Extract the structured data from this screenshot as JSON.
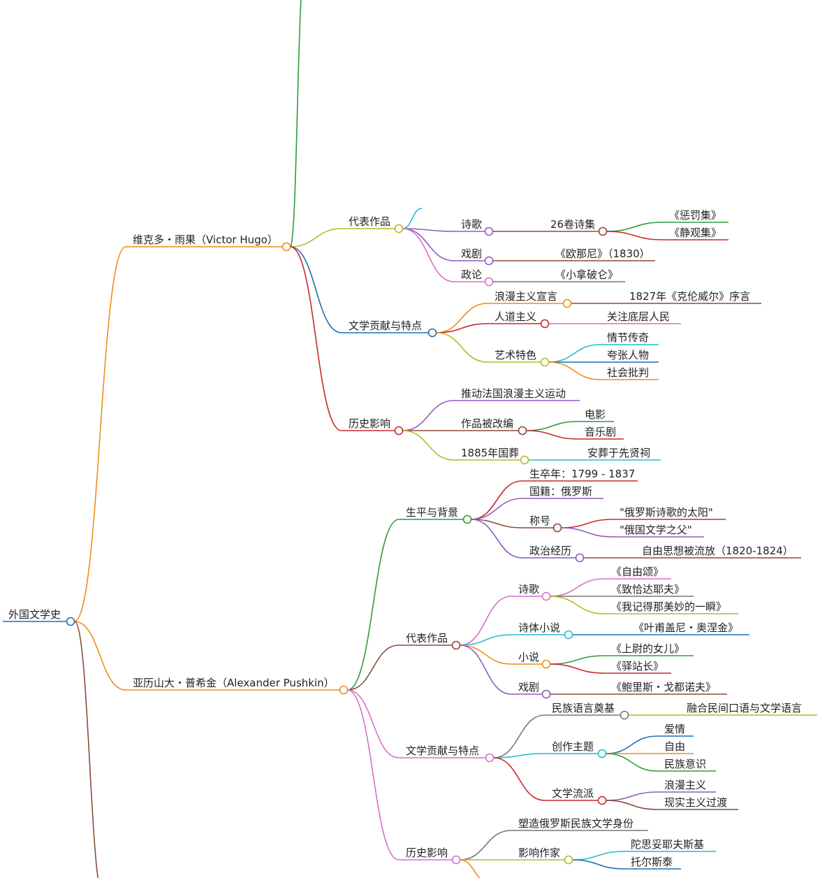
{
  "root": {
    "label": "外国文学史",
    "color": "#1f6fb5",
    "children": [
      {
        "label": "维克多・雨果（Victor Hugo）",
        "color": "#f08c1a",
        "children": [
          {
            "label": "",
            "color": "#2e9b3a",
            "clipped": true
          },
          {
            "label": "代表作品",
            "color": "#b8b824",
            "children": [
              {
                "label": "",
                "color": "#22bcd0",
                "clipped": true
              },
              {
                "label": "诗歌",
                "color": "#8e5cc0",
                "children": [
                  {
                    "label": "26卷诗集",
                    "color": "#8b4a3c",
                    "children": [
                      {
                        "label": "《惩罚集》",
                        "color": "#2e9b3a"
                      },
                      {
                        "label": "《静观集》",
                        "color": "#c8282c"
                      }
                    ]
                  }
                ]
              },
              {
                "label": "戏剧",
                "color": "#8e5cc0",
                "children": [
                  {
                    "label": "《欧那尼》（1830）",
                    "color": "#8b4a3c"
                  }
                ]
              },
              {
                "label": "政论",
                "color": "#d86fc8",
                "children": [
                  {
                    "label": "《小拿破仑》",
                    "color": "#777777"
                  }
                ]
              }
            ]
          },
          {
            "label": "文学贡献与特点",
            "color": "#1f6fb5",
            "children": [
              {
                "label": "浪漫主义宣言",
                "color": "#f08c1a",
                "children": [
                  {
                    "label": "1827年《克伦威尔》序言",
                    "color": "#8b4a3c"
                  }
                ]
              },
              {
                "label": "人道主义",
                "color": "#c8282c",
                "children": [
                  {
                    "label": "关注底层人民",
                    "color": "#d86fc8"
                  }
                ]
              },
              {
                "label": "艺术特色",
                "color": "#b8b824",
                "children": [
                  {
                    "label": "情节传奇",
                    "color": "#22bcd0"
                  },
                  {
                    "label": "夸张人物",
                    "color": "#1f6fb5"
                  },
                  {
                    "label": "社会批判",
                    "color": "#f08c1a"
                  }
                ]
              }
            ]
          },
          {
            "label": "历史影响",
            "color": "#c8282c",
            "children": [
              {
                "label": "推动法国浪漫主义运动",
                "color": "#8e5cc0"
              },
              {
                "label": "作品被改编",
                "color": "#8b4a3c",
                "children": [
                  {
                    "label": "电影",
                    "color": "#2e9b3a"
                  },
                  {
                    "label": "音乐剧",
                    "color": "#c8282c"
                  }
                ]
              },
              {
                "label": "1885年国葬",
                "color": "#b8b824",
                "children": [
                  {
                    "label": "安葬于先贤祠",
                    "color": "#22bcd0"
                  }
                ]
              }
            ]
          }
        ]
      },
      {
        "label": "亚历山大・普希金（Alexander Pushkin）",
        "color": "#f08c1a",
        "children": [
          {
            "label": "生平与背景",
            "color": "#2e9b3a",
            "children": [
              {
                "label": "生卒年：1799 - 1837",
                "color": "#c8282c"
              },
              {
                "label": "国籍：俄罗斯",
                "color": "#8e5cc0"
              },
              {
                "label": "称号",
                "color": "#8b4a3c",
                "children": [
                  {
                    "label": "\"俄罗斯诗歌的太阳\"",
                    "color": "#c8282c"
                  },
                  {
                    "label": "\"俄国文学之父\"",
                    "color": "#8e5cc0"
                  }
                ]
              },
              {
                "label": "政治经历",
                "color": "#8e5cc0",
                "children": [
                  {
                    "label": "自由思想被流放（1820-1824）",
                    "color": "#8b4a3c"
                  }
                ]
              }
            ]
          },
          {
            "label": "代表作品",
            "color": "#8b4a3c",
            "children": [
              {
                "label": "诗歌",
                "color": "#d86fc8",
                "children": [
                  {
                    "label": "《自由颂》",
                    "color": "#d86fc8"
                  },
                  {
                    "label": "《致恰达耶夫》",
                    "color": "#777777"
                  },
                  {
                    "label": "《我记得那美妙的一瞬》",
                    "color": "#b8b824"
                  }
                ]
              },
              {
                "label": "诗体小说",
                "color": "#22bcd0",
                "children": [
                  {
                    "label": "《叶甫盖尼・奥涅金》",
                    "color": "#1f6fb5"
                  }
                ]
              },
              {
                "label": "小说",
                "color": "#f08c1a",
                "children": [
                  {
                    "label": "《上尉的女儿》",
                    "color": "#2e9b3a"
                  },
                  {
                    "label": "《驿站长》",
                    "color": "#c8282c"
                  }
                ]
              },
              {
                "label": "戏剧",
                "color": "#8e5cc0",
                "children": [
                  {
                    "label": "《鲍里斯・戈都诺夫》",
                    "color": "#8b4a3c"
                  }
                ]
              }
            ]
          },
          {
            "label": "文学贡献与特点",
            "color": "#d86fc8",
            "children": [
              {
                "label": "民族语言奠基",
                "color": "#777777",
                "children": [
                  {
                    "label": "融合民间口语与文学语言",
                    "color": "#b8b824"
                  }
                ]
              },
              {
                "label": "创作主题",
                "color": "#22bcd0",
                "children": [
                  {
                    "label": "爱情",
                    "color": "#1f6fb5"
                  },
                  {
                    "label": "自由",
                    "color": "#f08c1a"
                  },
                  {
                    "label": "民族意识",
                    "color": "#2e9b3a"
                  }
                ]
              },
              {
                "label": "文学流派",
                "color": "#c8282c",
                "children": [
                  {
                    "label": "浪漫主义",
                    "color": "#8e5cc0"
                  },
                  {
                    "label": "现实主义过渡",
                    "color": "#8b4a3c"
                  }
                ]
              }
            ]
          },
          {
            "label": "历史影响",
            "color": "#d86fc8",
            "children": [
              {
                "label": "塑造俄罗斯民族文学身份",
                "color": "#777777"
              },
              {
                "label": "影响作家",
                "color": "#b8b824",
                "children": [
                  {
                    "label": "陀思妥耶夫斯基",
                    "color": "#22bcd0"
                  },
                  {
                    "label": "托尔斯泰",
                    "color": "#1f6fb5"
                  }
                ]
              },
              {
                "label": "",
                "color": "#f08c1a",
                "clipped": true
              }
            ]
          }
        ]
      },
      {
        "label": "",
        "color": "#8b4a3c",
        "clipped": true
      }
    ]
  }
}
